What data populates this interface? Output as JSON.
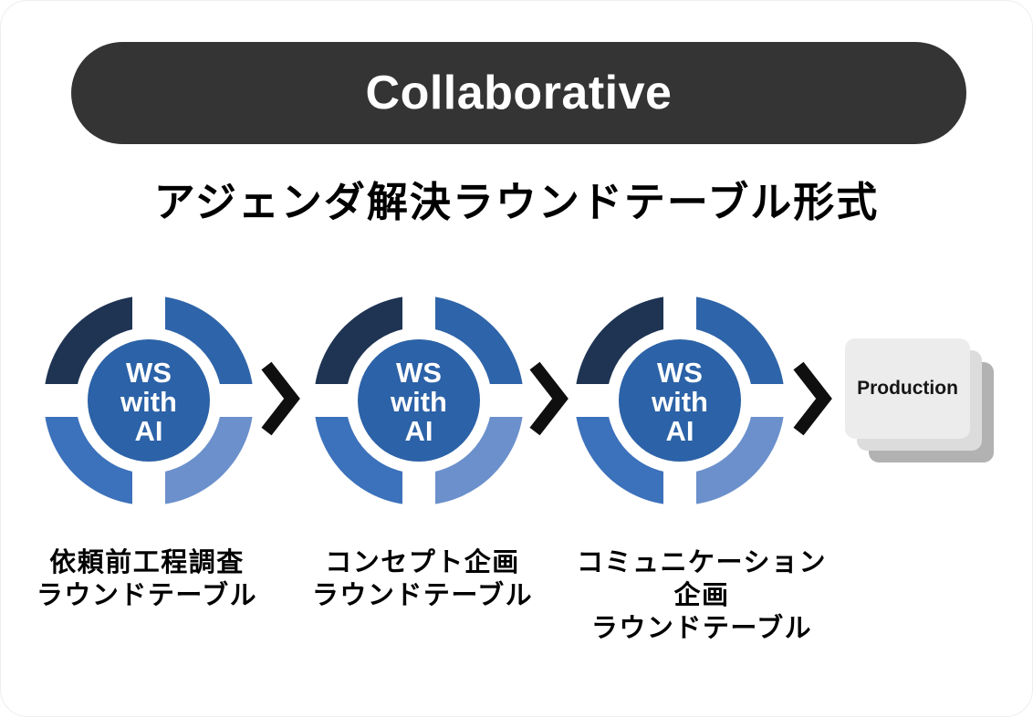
{
  "header": {
    "pill_label": "Collaborative",
    "title": "アジェンダ解決ラウンドテーブル形式"
  },
  "colors": {
    "pill_bg": "#343434",
    "ring_nw": "#1F3453",
    "ring_ne": "#2E64A9",
    "ring_se": "#6B90CC",
    "ring_sw": "#3C71BB",
    "core": "#2C62A7",
    "arrow": "#0f0f0f",
    "card_front": "#ececec",
    "card_mid": "#dcdcdc",
    "card_back": "#b2b2b2"
  },
  "steps": [
    {
      "badge_lines": [
        "WS",
        "with",
        "AI"
      ],
      "label_lines": [
        "依頼前工程調査",
        "ラウンドテーブル"
      ]
    },
    {
      "badge_lines": [
        "WS",
        "with",
        "AI"
      ],
      "label_lines": [
        "コンセプト企画",
        "ラウンドテーブル"
      ]
    },
    {
      "badge_lines": [
        "WS",
        "with",
        "AI"
      ],
      "label_lines": [
        "コミュニケーション",
        "企画",
        "ラウンドテーブル"
      ]
    }
  ],
  "output_card": {
    "label": "Production"
  }
}
